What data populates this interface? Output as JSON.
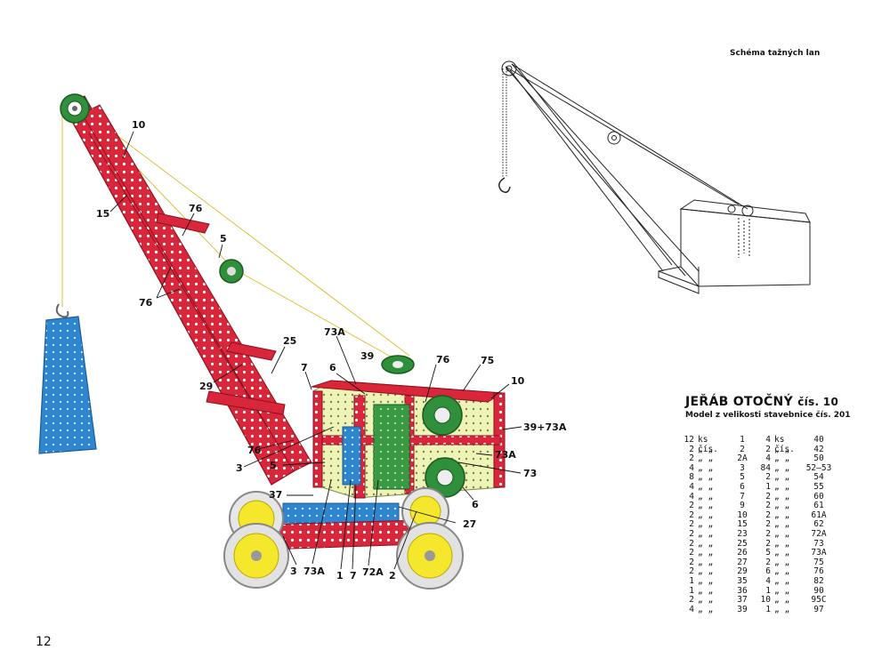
{
  "page_number": "12",
  "schema_caption": "Schéma tažných lan",
  "title_main": "JEŘÁB OTOČNÝ",
  "title_suffix": "čís. 10",
  "subtitle": "Model z velikosti stavebnice čís. 201",
  "colors": {
    "red": "#d9263a",
    "green": "#2f8f3a",
    "blue": "#2e86d1",
    "lightyellow": "#eef3b8",
    "yellow": "#f5e72c",
    "rope": "#d8c43a"
  },
  "parts_left": [
    {
      "qty": "12",
      "unit": "ks čís.",
      "num": "1"
    },
    {
      "qty": "2",
      "unit": "„ „",
      "num": "2"
    },
    {
      "qty": "2",
      "unit": "„ „",
      "num": "2A"
    },
    {
      "qty": "4",
      "unit": "„ „",
      "num": "3"
    },
    {
      "qty": "8",
      "unit": "„ „",
      "num": "5"
    },
    {
      "qty": "4",
      "unit": "„ „",
      "num": "6"
    },
    {
      "qty": "4",
      "unit": "„ „",
      "num": "7"
    },
    {
      "qty": "2",
      "unit": "„ „",
      "num": "9"
    },
    {
      "qty": "2",
      "unit": "„ „",
      "num": "10"
    },
    {
      "qty": "2",
      "unit": "„ „",
      "num": "15"
    },
    {
      "qty": "2",
      "unit": "„ „",
      "num": "23"
    },
    {
      "qty": "2",
      "unit": "„ „",
      "num": "25"
    },
    {
      "qty": "2",
      "unit": "„ „",
      "num": "26"
    },
    {
      "qty": "2",
      "unit": "„ „",
      "num": "27"
    },
    {
      "qty": "2",
      "unit": "„ „",
      "num": "29"
    },
    {
      "qty": "1",
      "unit": "„ „",
      "num": "35"
    },
    {
      "qty": "1",
      "unit": "„ „",
      "num": "36"
    },
    {
      "qty": "2",
      "unit": "„ „",
      "num": "37"
    },
    {
      "qty": "4",
      "unit": "„ „",
      "num": "39"
    }
  ],
  "parts_right": [
    {
      "qty": "4",
      "unit": "ks čís.",
      "num": "40"
    },
    {
      "qty": "2",
      "unit": "„ „",
      "num": "42"
    },
    {
      "qty": "4",
      "unit": "„ „",
      "num": "50"
    },
    {
      "qty": "84",
      "unit": "„ „",
      "num": "52–53"
    },
    {
      "qty": "2",
      "unit": "„ „",
      "num": "54"
    },
    {
      "qty": "1",
      "unit": "„ „",
      "num": "55"
    },
    {
      "qty": "2",
      "unit": "„ „",
      "num": "60"
    },
    {
      "qty": "2",
      "unit": "„ „",
      "num": "61"
    },
    {
      "qty": "2",
      "unit": "„ „",
      "num": "61A"
    },
    {
      "qty": "2",
      "unit": "„ „",
      "num": "62"
    },
    {
      "qty": "2",
      "unit": "„ „",
      "num": "72A"
    },
    {
      "qty": "2",
      "unit": "„ „",
      "num": "73"
    },
    {
      "qty": "5",
      "unit": "„ „",
      "num": "73A"
    },
    {
      "qty": "2",
      "unit": "„ „",
      "num": "75"
    },
    {
      "qty": "6",
      "unit": "„ „",
      "num": "76"
    },
    {
      "qty": "4",
      "unit": "„ „",
      "num": "82"
    },
    {
      "qty": "1",
      "unit": "„ „",
      "num": "90"
    },
    {
      "qty": "10",
      "unit": "„ „",
      "num": "95C"
    },
    {
      "qty": "1",
      "unit": "„ „",
      "num": "97"
    }
  ],
  "callouts": {
    "c10": "10",
    "c15": "15",
    "c76a": "76",
    "c5a": "5",
    "c76b": "76",
    "c73a": "73A",
    "c25": "25",
    "c29": "29",
    "c39": "39",
    "c76c": "76",
    "c75": "75",
    "c7": "7",
    "c6a": "6",
    "c10b": "10",
    "c39_73a": "39+73A",
    "c73a_r": "73A",
    "c73": "73",
    "c6b": "6",
    "c76d": "76",
    "c3a": "3",
    "c5b": "5",
    "c37": "37",
    "c27": "27",
    "c3b": "3",
    "c73a_b": "73A",
    "c1": "1",
    "c7b": "7",
    "c72a": "72A",
    "c2": "2"
  }
}
